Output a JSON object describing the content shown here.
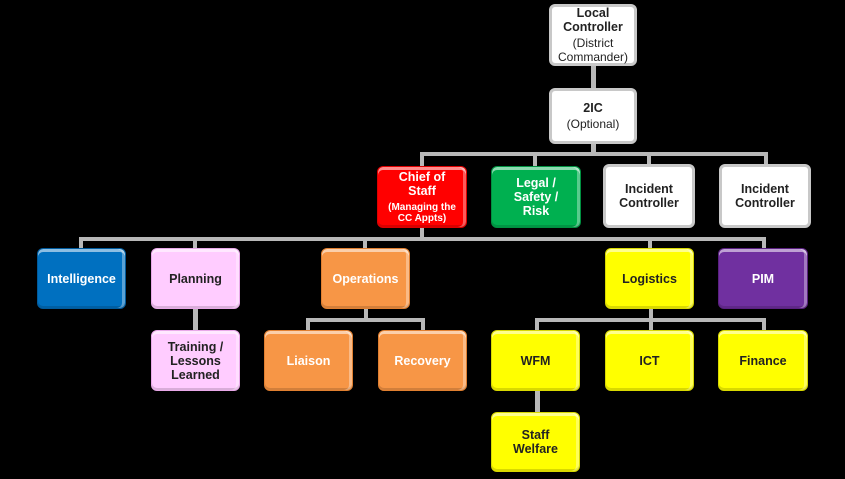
{
  "nodes": {
    "local_controller": {
      "title": "Local Controller",
      "subtitle": "(District Commander)"
    },
    "second_in_command": {
      "title": "2IC",
      "subtitle": "(Optional)"
    },
    "chief_of_staff": {
      "title": "Chief of Staff",
      "subtitle": "(Managing the CC Appts)"
    },
    "legal_safety_risk": {
      "title": "Legal / Safety / Risk"
    },
    "incident_controller_1": {
      "title": "Incident Controller"
    },
    "incident_controller_2": {
      "title": "Incident Controller"
    },
    "intelligence": {
      "title": "Intelligence"
    },
    "planning": {
      "title": "Planning"
    },
    "training": {
      "title": "Training / Lessons Learned"
    },
    "operations": {
      "title": "Operations"
    },
    "liaison": {
      "title": "Liaison"
    },
    "recovery": {
      "title": "Recovery"
    },
    "logistics": {
      "title": "Logistics"
    },
    "pim": {
      "title": "PIM"
    },
    "wfm": {
      "title": "WFM"
    },
    "ict": {
      "title": "ICT"
    },
    "finance": {
      "title": "Finance"
    },
    "staff_welfare": {
      "title": "Staff Welfare"
    }
  },
  "colors": {
    "white": "#ffffff",
    "red": "#ff0000",
    "green": "#00b050",
    "blue": "#0070c0",
    "pink": "#ffccff",
    "orange": "#f79646",
    "yellow": "#ffff00",
    "purple": "#7030a0",
    "connector": "#b8b8b8"
  },
  "edges": [
    [
      "local_controller",
      "second_in_command"
    ],
    [
      "second_in_command",
      "chief_of_staff"
    ],
    [
      "second_in_command",
      "legal_safety_risk"
    ],
    [
      "second_in_command",
      "incident_controller_1"
    ],
    [
      "second_in_command",
      "incident_controller_2"
    ],
    [
      "chief_of_staff",
      "intelligence"
    ],
    [
      "chief_of_staff",
      "planning"
    ],
    [
      "chief_of_staff",
      "operations"
    ],
    [
      "chief_of_staff",
      "logistics"
    ],
    [
      "chief_of_staff",
      "pim"
    ],
    [
      "planning",
      "training"
    ],
    [
      "operations",
      "liaison"
    ],
    [
      "operations",
      "recovery"
    ],
    [
      "logistics",
      "wfm"
    ],
    [
      "logistics",
      "ict"
    ],
    [
      "logistics",
      "finance"
    ],
    [
      "wfm",
      "staff_welfare"
    ]
  ]
}
